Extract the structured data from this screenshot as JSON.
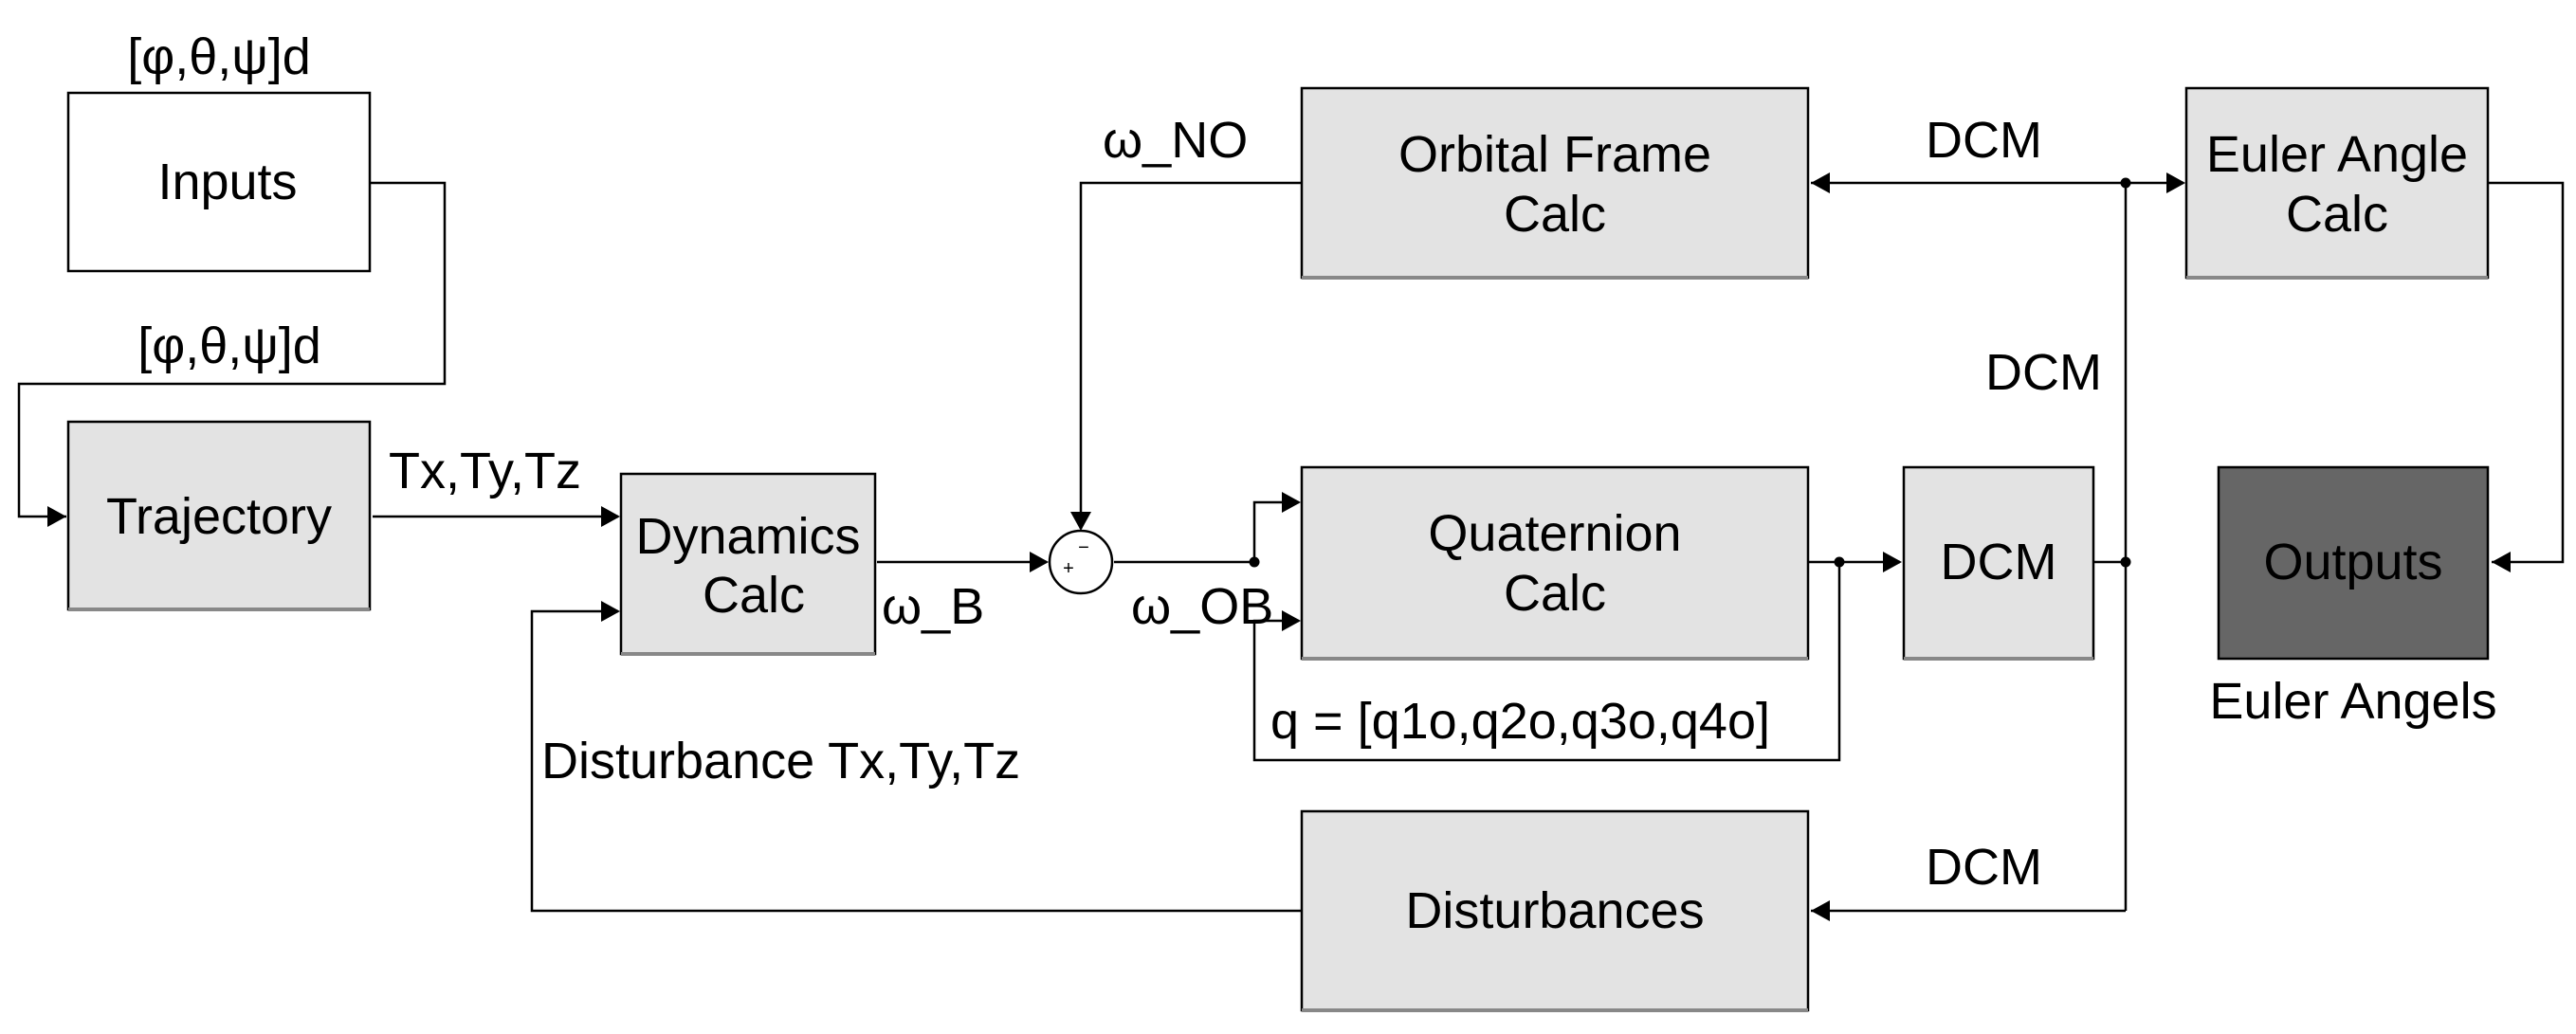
{
  "colors": {
    "background": "#ffffff",
    "block_fill_white": "#ffffff",
    "block_fill_gray": "#e3e3e3",
    "block_fill_dark": "#666666",
    "stroke": "#000000"
  },
  "blocks": {
    "inputs": {
      "lines": [
        "Inputs"
      ]
    },
    "trajectory": {
      "lines": [
        "Trajectory"
      ]
    },
    "dynamics_calc": {
      "lines": [
        "Dynamics",
        "Calc"
      ]
    },
    "orbital_frame_calc": {
      "lines": [
        "Orbital Frame",
        "Calc"
      ]
    },
    "quaternion_calc": {
      "lines": [
        "Quaternion",
        "Calc"
      ]
    },
    "dcm": {
      "lines": [
        "DCM"
      ]
    },
    "euler_angle_calc": {
      "lines": [
        "Euler Angle",
        "Calc"
      ]
    },
    "outputs": {
      "lines": [
        "Outputs"
      ]
    },
    "disturbances": {
      "lines": [
        "Disturbances"
      ]
    }
  },
  "sum_block": {
    "plus": "+",
    "minus": "−"
  },
  "signals": {
    "inputs_top": "[φ,θ,ψ]d",
    "inputs_out": "[φ,θ,ψ]d",
    "torques": "Tx,Ty,Tz",
    "omega_no": "ω_NO",
    "omega_b": "ω_B",
    "omega_ob": "ω_OB",
    "quaternion": "q = [q1o,q2o,q3o,q4o]",
    "disturbance_torques": "Disturbance Tx,Ty,Tz",
    "dcm_top": "DCM",
    "dcm_vertical": "DCM",
    "dcm_bottom": "DCM",
    "outputs_caption": "Euler Angels"
  }
}
